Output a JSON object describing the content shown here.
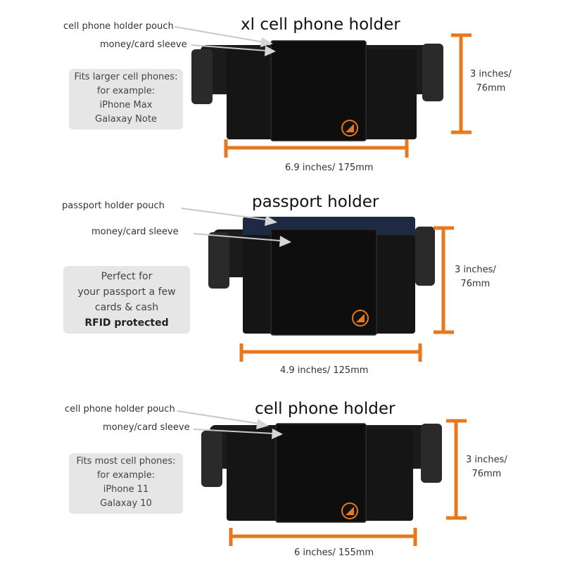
{
  "colors": {
    "accent": "#e8781e",
    "belt": "#121212",
    "box": "#e6e6e6"
  },
  "sections": [
    {
      "title": "xl cell phone holder",
      "callouts": [
        "cell phone holder pouch",
        "money/card sleeve"
      ],
      "info": [
        "Fits larger cell phones:",
        "for example:",
        "iPhone Max",
        "Galaxay Note"
      ],
      "width_label": "6.9 inches/ 175mm",
      "height_label": [
        "3 inches/",
        "76mm"
      ],
      "logo_icon": "orange-circle-logo-icon"
    },
    {
      "title": "passport holder",
      "callouts": [
        "passport holder pouch",
        "money/card sleeve"
      ],
      "info": [
        "Perfect for",
        "your passport a few",
        "cards & cash",
        "RFID protected"
      ],
      "width_label": "4.9 inches/ 125mm",
      "height_label": [
        "3 inches/",
        "76mm"
      ],
      "logo_icon": "orange-circle-logo-icon"
    },
    {
      "title": "cell phone holder",
      "callouts": [
        "cell phone holder pouch",
        "money/card sleeve"
      ],
      "info": [
        "Fits most cell phones:",
        "for example:",
        "iPhone 11",
        "Galaxay 10"
      ],
      "width_label": "6 inches/ 155mm",
      "height_label": [
        "3 inches/",
        "76mm"
      ],
      "logo_icon": "orange-circle-logo-icon"
    }
  ]
}
